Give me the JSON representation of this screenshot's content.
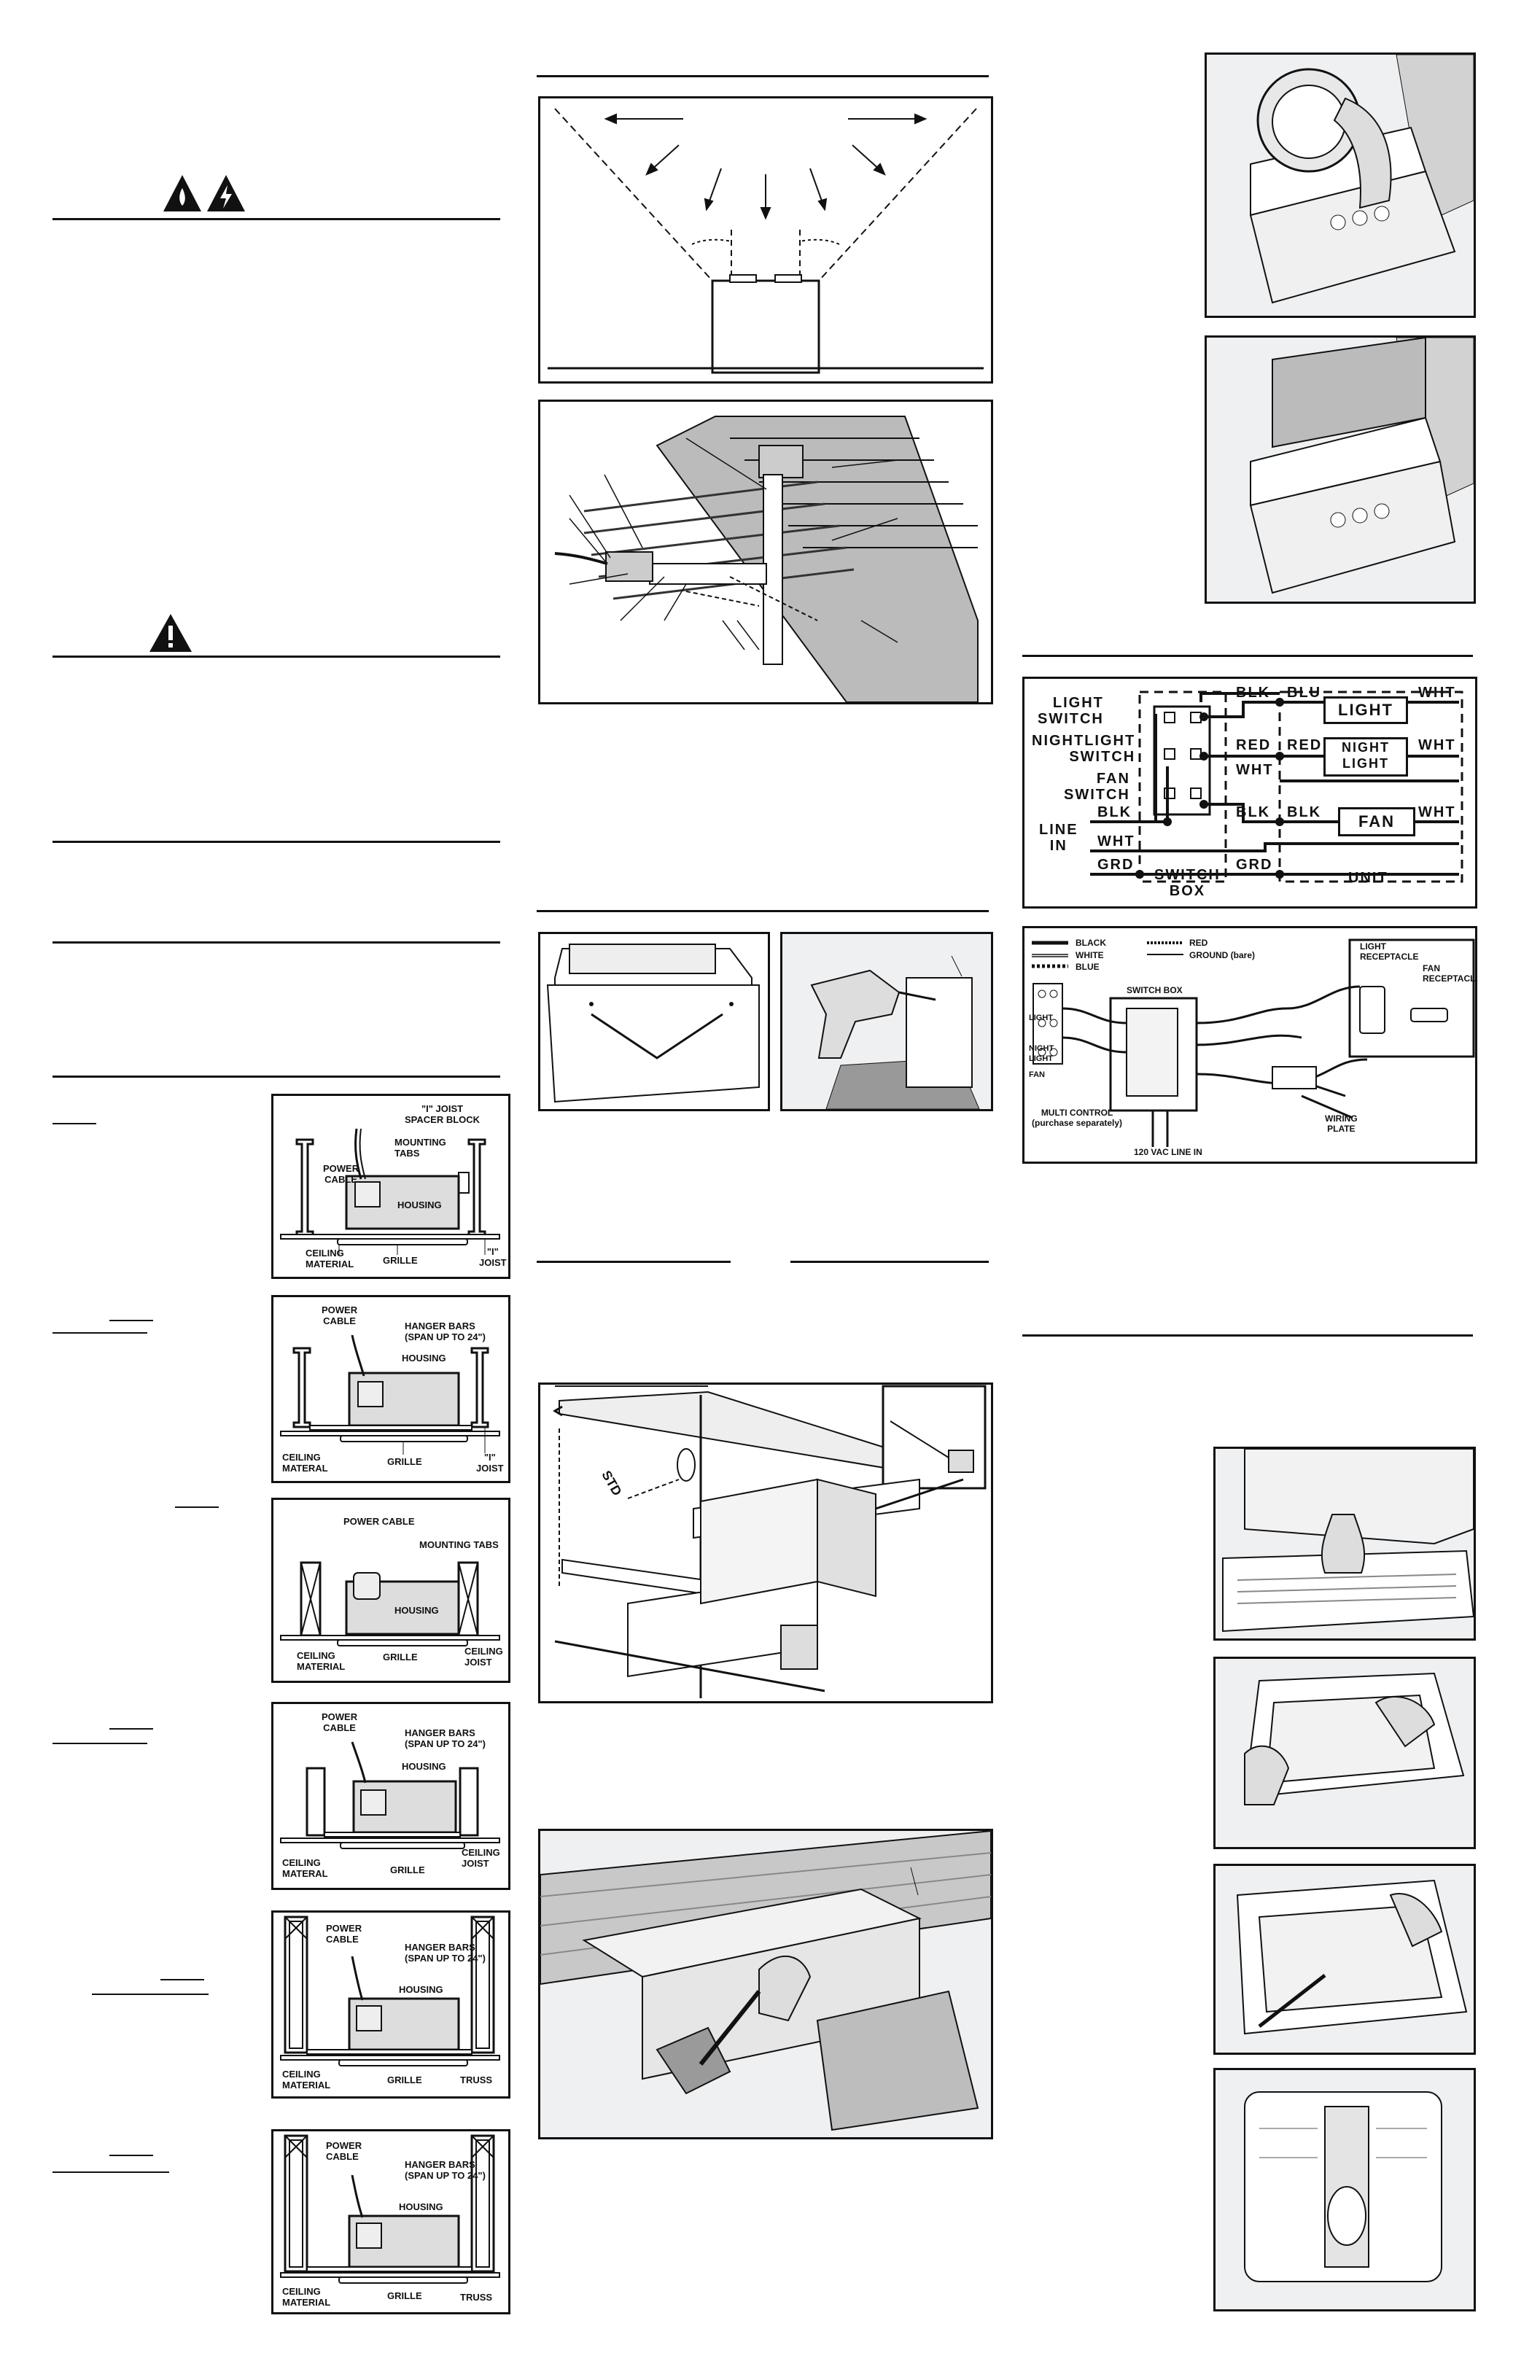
{
  "mounting": {
    "i_joist": {
      "joist_spacer": "\"I\" JOIST\nSPACER BLOCK",
      "mounting_tabs": "MOUNTING\nTABS",
      "power_cable": "POWER\nCABLE",
      "housing": "HOUSING",
      "ceiling_material": "CEILING\nMATERIAL",
      "grille": "GRILLE",
      "joist": "\"I\"\nJOIST"
    },
    "i_joist_hanger": {
      "power_cable": "POWER\nCABLE",
      "hanger_bars": "HANGER BARS\n(span up to 24\")",
      "housing": "HOUSING",
      "ceiling_material": "CEILING\nMATERAL",
      "grille": "GRILLE",
      "joist": "\"I\"\nJOIST"
    },
    "ceiling_joist_tabs": {
      "power_cable": "POWER CABLE",
      "mounting_tabs": "MOUNTING TABS",
      "housing": "HOUSING",
      "ceiling_material": "CEILING\nMATERIAL",
      "grille": "GRILLE",
      "ceiling_joist": "CEILING\nJOIST"
    },
    "ceiling_joist_hanger": {
      "power_cable": "POWER\nCABLE",
      "hanger_bars": "HANGER BARS\n(span up to 24\")",
      "housing": "HOUSING",
      "ceiling_material": "CEILING\nMATERAL",
      "grille": "GRILLE",
      "ceiling_joist": "CEILING\nJOIST"
    },
    "truss_a": {
      "power_cable": "POWER\nCABLE",
      "hanger_bars": "HANGER BARS\n(span up to 24\")",
      "housing": "HOUSING",
      "ceiling_material": "CEILING\nMATERIAL",
      "grille": "GRILLE",
      "truss": "TRUSS"
    },
    "truss_b": {
      "power_cable": "POWER\nCABLE",
      "hanger_bars": "HANGER BARS\n(span up to 24\")",
      "housing": "HOUSING",
      "ceiling_material": "CEILING\nMATERIAL",
      "grille": "GRILLE",
      "truss": "TRUSS"
    }
  },
  "housing_detail": {
    "std_text": "STD"
  },
  "wiring": {
    "light_switch": "LIGHT\nSWITCH",
    "nightlight_switch": "NIGHTLIGHT\nSWITCH",
    "fan_switch": "FAN\nSWITCH",
    "line_in": "LINE\nIN",
    "switch_box": "SWITCH\nBOX",
    "unit": "UNIT",
    "blk1": "BLK",
    "blu": "BLU",
    "light": "LIGHT",
    "wht_light": "WHT",
    "red1": "RED",
    "red2": "RED",
    "night_light": "NIGHT\nLIGHT",
    "wht_night": "WHT",
    "wht_mid": "WHT",
    "blk2": "BLK",
    "blk3": "BLK",
    "fan": "FAN",
    "wht_fan": "WHT",
    "blk_line": "BLK",
    "wht_line": "WHT",
    "grd_line": "GRD",
    "grd_unit": "GRD"
  },
  "wiring_detail": {
    "legend_black": "BLACK",
    "legend_white": "WHITE",
    "legend_blue": "BLUE",
    "legend_red": "RED",
    "legend_ground": "GROUND (bare)",
    "switch_box": "SWITCH BOX",
    "light_receptacle": "LIGHT\nRECEPTACLE",
    "fan_receptacle": "FAN\nRECEPTACLE",
    "light": "LIGHT",
    "night_light": "NIGHT\nLIGHT",
    "fan": "FAN",
    "multi_control": "MULTI CONTROL\n(purchase separately)",
    "line_in": "120 VAC LINE IN",
    "wiring_plate": "WIRING\nPLATE"
  }
}
